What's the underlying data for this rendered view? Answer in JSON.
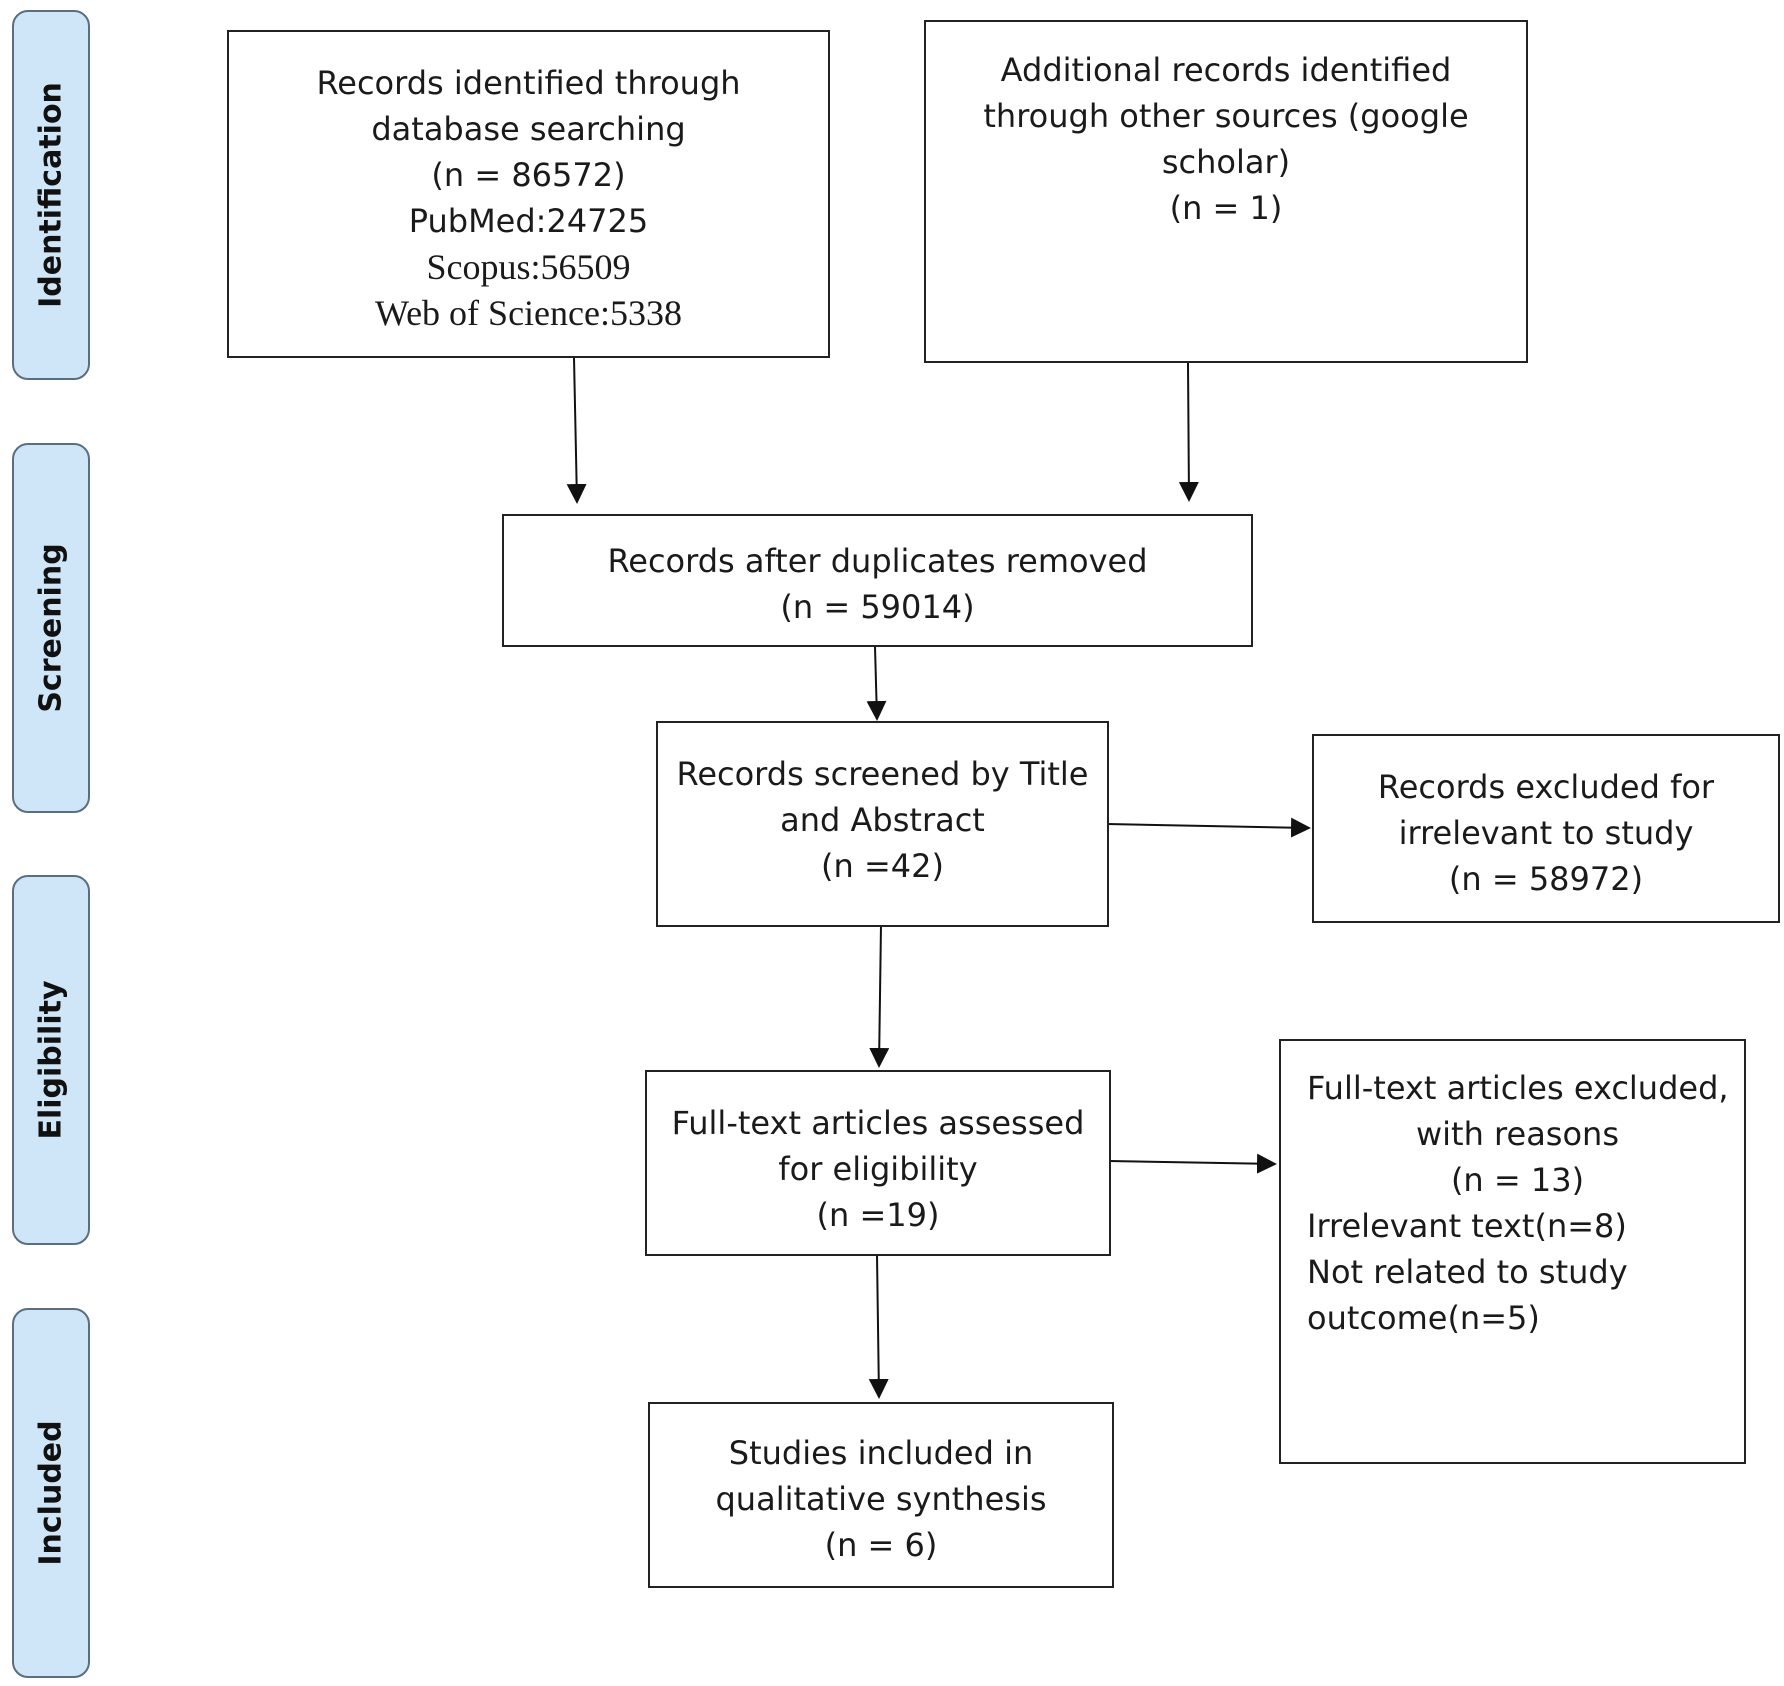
{
  "phases": [
    {
      "id": "identification",
      "label": "Identification"
    },
    {
      "id": "screening",
      "label": "Screening"
    },
    {
      "id": "eligibility",
      "label": "Eligibility"
    },
    {
      "id": "included",
      "label": "Included"
    }
  ],
  "boxes": {
    "database": {
      "lines": [
        "Records identified through",
        "database searching",
        "(n = 86572)",
        "PubMed:24725"
      ],
      "serif_lines": [
        "Scopus:56509",
        "Web of Science:5338"
      ]
    },
    "other_sources": {
      "lines": [
        "Additional records identified",
        "through other sources (google",
        "scholar)",
        "(n = 1)"
      ]
    },
    "duplicates": {
      "lines": [
        "Records after duplicates removed",
        "(n = 59014)"
      ]
    },
    "screened": {
      "lines": [
        "Records screened by Title",
        "and Abstract",
        "(n =42)"
      ]
    },
    "excluded": {
      "lines": [
        "Records excluded for",
        "irrelevant to study",
        "(n = 58972)"
      ]
    },
    "fulltext": {
      "lines": [
        "Full-text articles assessed",
        "for eligibility",
        "(n =19)"
      ]
    },
    "fulltext_excluded": {
      "header_lines": [
        "Full-text articles excluded,",
        "with reasons",
        "(n = 13)"
      ],
      "reason_lines": [
        "Irrelevant text(n=8)",
        "Not related to study",
        "outcome(n=5)"
      ]
    },
    "included": {
      "lines": [
        "Studies included in",
        "qualitative synthesis",
        "(n = 6)"
      ]
    }
  }
}
